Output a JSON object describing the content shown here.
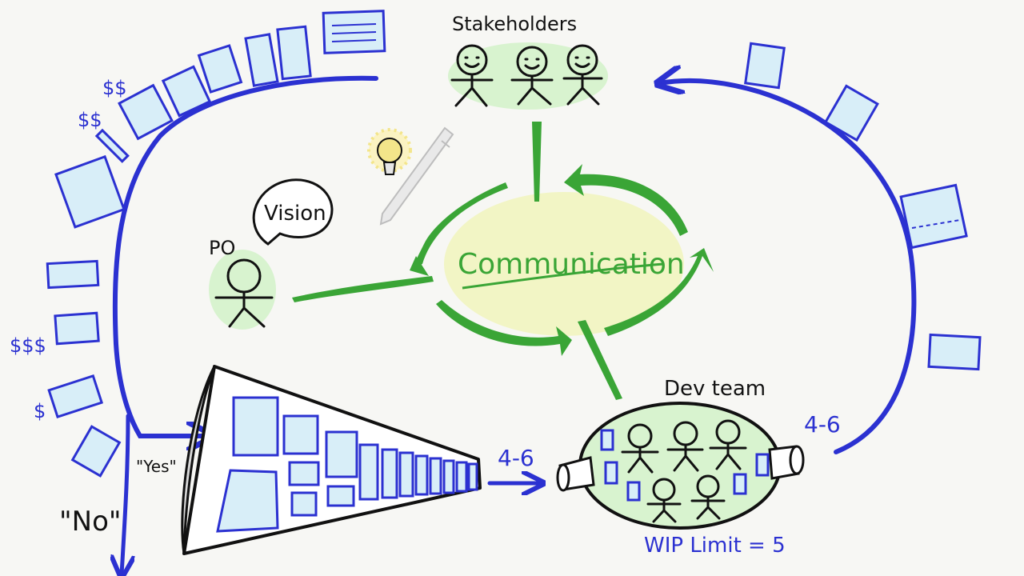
{
  "colors": {
    "blue": "#2b31d1",
    "card_fill": "#d8eef8",
    "green": "#3aa536",
    "green_light": "#d8f3cf",
    "yellow_light": "#f2f5c5",
    "ink": "#111111",
    "bulb": "#f3e58a"
  },
  "labels": {
    "stakeholders": "Stakeholders",
    "vision": "Vision",
    "po": "PO",
    "communication": "Communication",
    "dev_team": "Dev team",
    "wip_limit": "WIP Limit = 5",
    "in_rate": "4-6",
    "out_rate": "4-6",
    "yes": "\"Yes\"",
    "no": "\"No\"",
    "value_1": "$$",
    "value_2": "$$",
    "value_3": "$$$",
    "value_4": "$"
  },
  "icons": {
    "idea": "lightbulb-icon",
    "pen": "pen-icon"
  }
}
